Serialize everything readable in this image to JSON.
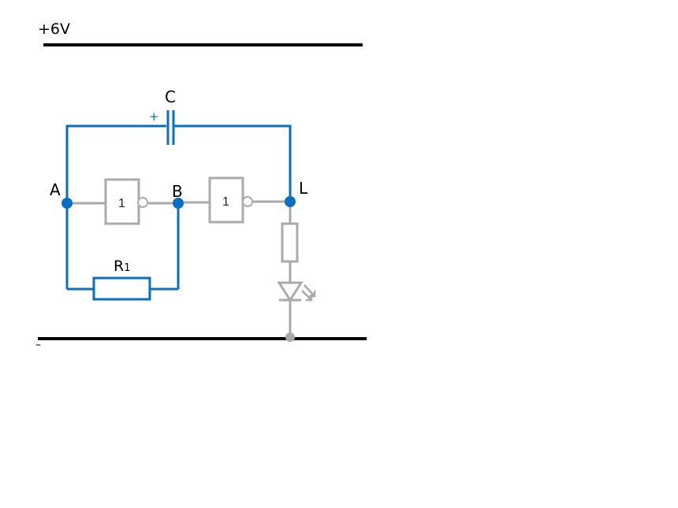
{
  "rails": {
    "positive_label": "+6V",
    "negative_label": "–"
  },
  "nodes": {
    "a": "A",
    "b": "B",
    "l": "L"
  },
  "components": {
    "capacitor_label": "C",
    "capacitor_polarity": "+",
    "resistor_label": "R",
    "resistor_subscript": "1",
    "gate1_text": "1",
    "gate2_text": "1"
  },
  "colors": {
    "highlight": "#0a6fc2",
    "inactive": "#aaaaaa",
    "rail": "#000000"
  }
}
